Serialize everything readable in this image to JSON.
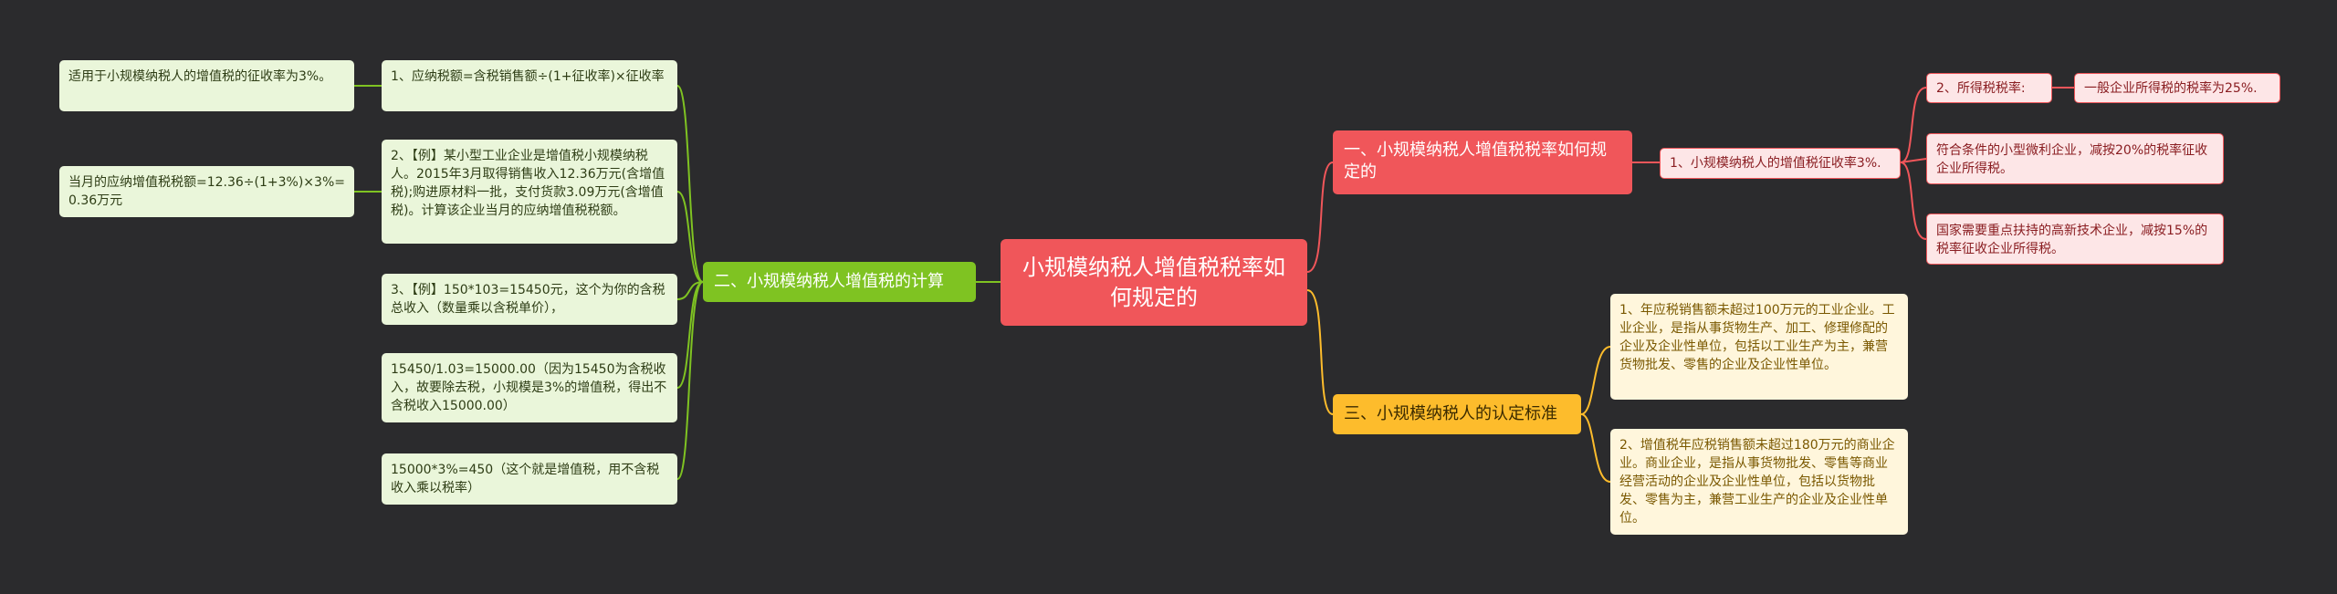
{
  "root": {
    "title": "小规模纳税人增值税税率如何规定的"
  },
  "branch1": {
    "title": "一、小规模纳税人增值税税率如何规定的",
    "child": "1、小规模纳税人的增值税征收率3%.",
    "income_tax_label": "2、所得税税率:",
    "income_tax_general": "一般企业所得税的税率为25%.",
    "small_profit": "符合条件的小型微利企业，减按20%的税率征收企业所得税。",
    "hightech": "国家需要重点扶持的高新技术企业，减按15%的税率征收企业所得税。"
  },
  "branch2": {
    "title": "二、小规模纳税人增值税的计算",
    "items": [
      "1、应纳税额=含税销售额÷(1+征收率)×征收率",
      "2、【例】某小型工业企业是增值税小规模纳税人。2015年3月取得销售收入12.36万元(含增值税);购进原材料一批，支付货款3.09万元(含增值税)。计算该企业当月的应纳增值税税额。",
      "3、【例】150*103=15450元，这个为你的含税总收入（数量乘以含税单价），",
      "15450/1.03=15000.00（因为15450为含税收入，故要除去税，小规模是3%的增值税，得出不含税收入15000.00）",
      "15000*3%=450（这个就是增值税，用不含税收入乘以税率）"
    ],
    "note1": "适用于小规模纳税人的增值税的征收率为3%。",
    "note2": "当月的应纳增值税税额=12.36÷(1+3%)×3%=0.36万元"
  },
  "branch3": {
    "title": "三、小规模纳税人的认定标准",
    "items": [
      "1、年应税销售额未超过100万元的工业企业。工业企业，是指从事货物生产、加工、修理修配的企业及企业性单位，包括以工业生产为主，兼营货物批发、零售的企业及企业性单位。",
      "2、增值税年应税销售额未超过180万元的商业企业。商业企业，是指从事货物批发、零售等商业经营活动的企业及企业性单位，包括以货物批发、零售为主，兼营工业生产的企业及企业性单位。"
    ]
  },
  "colors": {
    "red": "#f0565a",
    "green": "#7fc322",
    "yellow": "#fdbc2c",
    "background": "#2b2b2d"
  }
}
